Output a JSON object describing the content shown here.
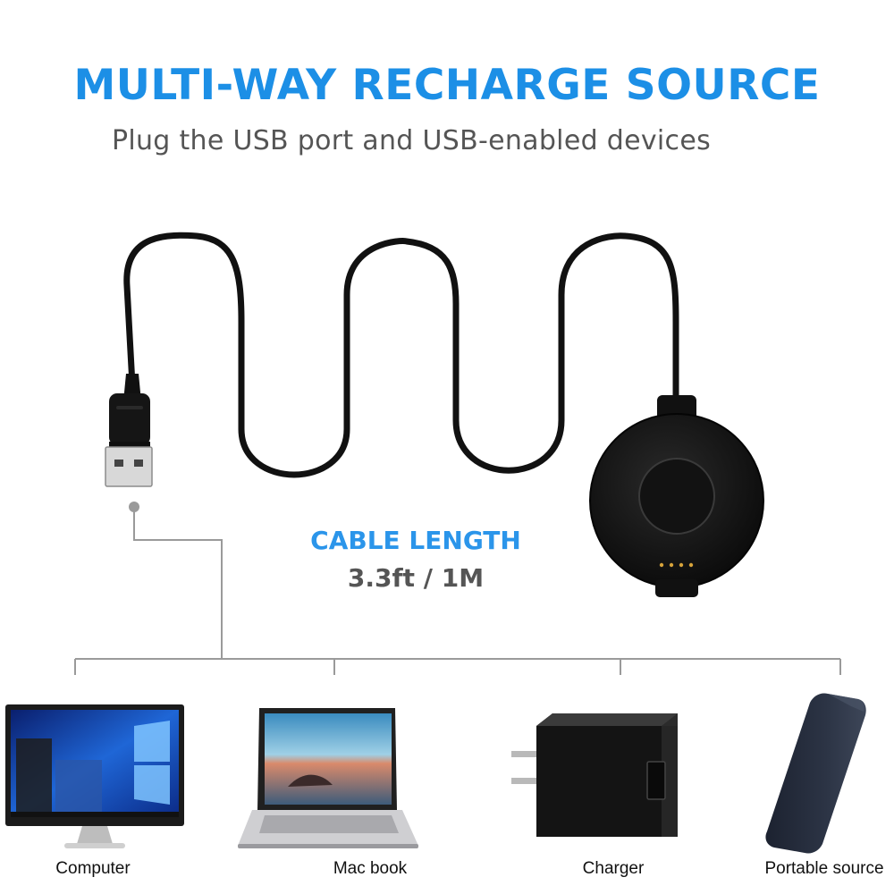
{
  "header": {
    "title": "MULTI-WAY RECHARGE SOURCE",
    "subtitle": "Plug the USB port and USB-enabled devices"
  },
  "cable": {
    "label": "CABLE LENGTH",
    "value": "3.3ft / 1M"
  },
  "devices": [
    {
      "label": "Computer",
      "icon": "monitor-icon"
    },
    {
      "label": "Mac book",
      "icon": "laptop-icon"
    },
    {
      "label": "Charger",
      "icon": "wall-charger-icon"
    },
    {
      "label": "Portable source",
      "icon": "power-bank-icon"
    }
  ],
  "colors": {
    "accent": "#1c8fe6",
    "text_gray": "#555555",
    "cable": "#111111",
    "connector_line": "#9a9a9a"
  }
}
